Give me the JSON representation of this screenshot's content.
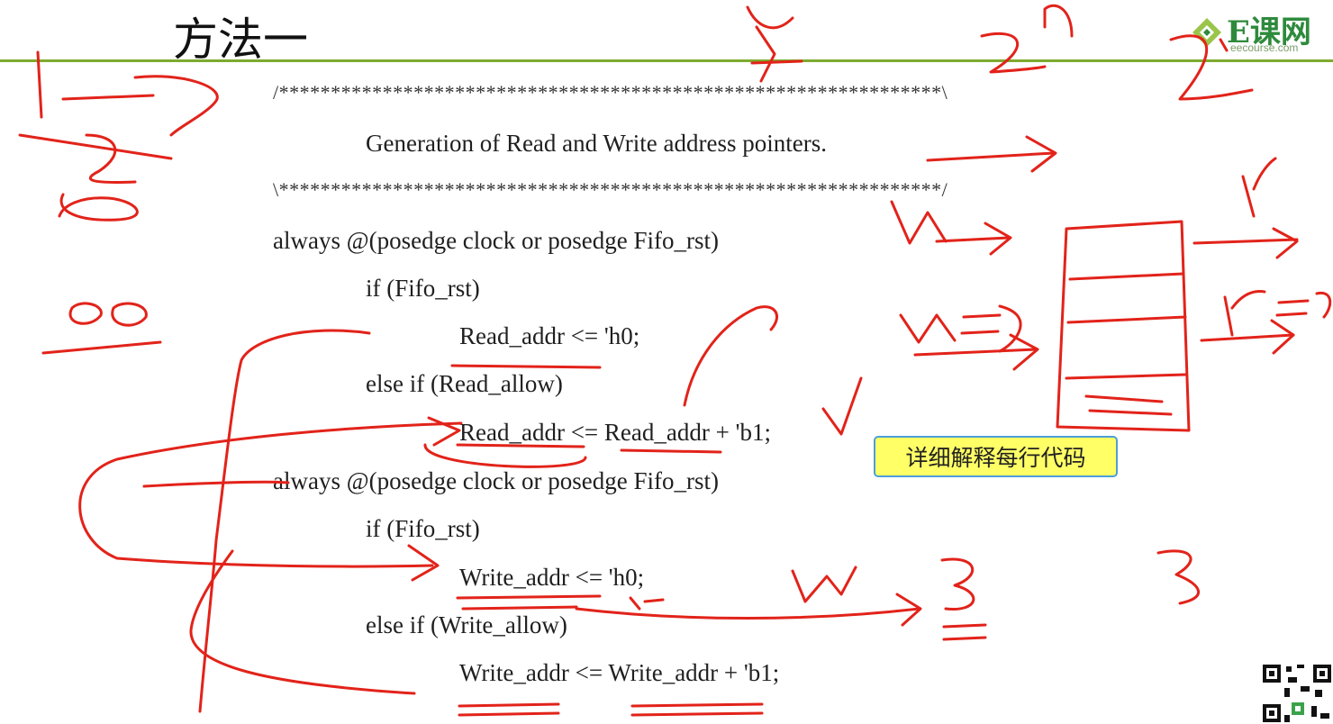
{
  "slide": {
    "title": "方法一",
    "logo_text": "E课网",
    "logo_sub": "eecourse.com"
  },
  "code": {
    "banner_top": "/****************************************************************\\",
    "comment": "Generation of Read and Write address pointers.",
    "banner_bottom": "\\****************************************************************/",
    "lines": [
      "always @(posedge clock or posedge Fifo_rst)",
      "if (Fifo_rst)",
      "Read_addr <= 'h0;",
      "else if (Read_allow)",
      "Read_addr <= Read_addr + 'b1;",
      "always @(posedge clock or posedge Fifo_rst)",
      "if (Fifo_rst)",
      "Write_addr <= 'h0;",
      "else if (Write_allow)",
      "Write_addr <= Write_addr + 'b1;"
    ]
  },
  "note": {
    "label": "详细解释每行代码"
  },
  "colors": {
    "accent_rule": "#7dab2f",
    "ink": "#e2231a",
    "note_bg": "#ffff66",
    "note_border": "#4d9fd9"
  },
  "icons": [
    "eecourse-logo-icon",
    "qr-code-icon"
  ]
}
